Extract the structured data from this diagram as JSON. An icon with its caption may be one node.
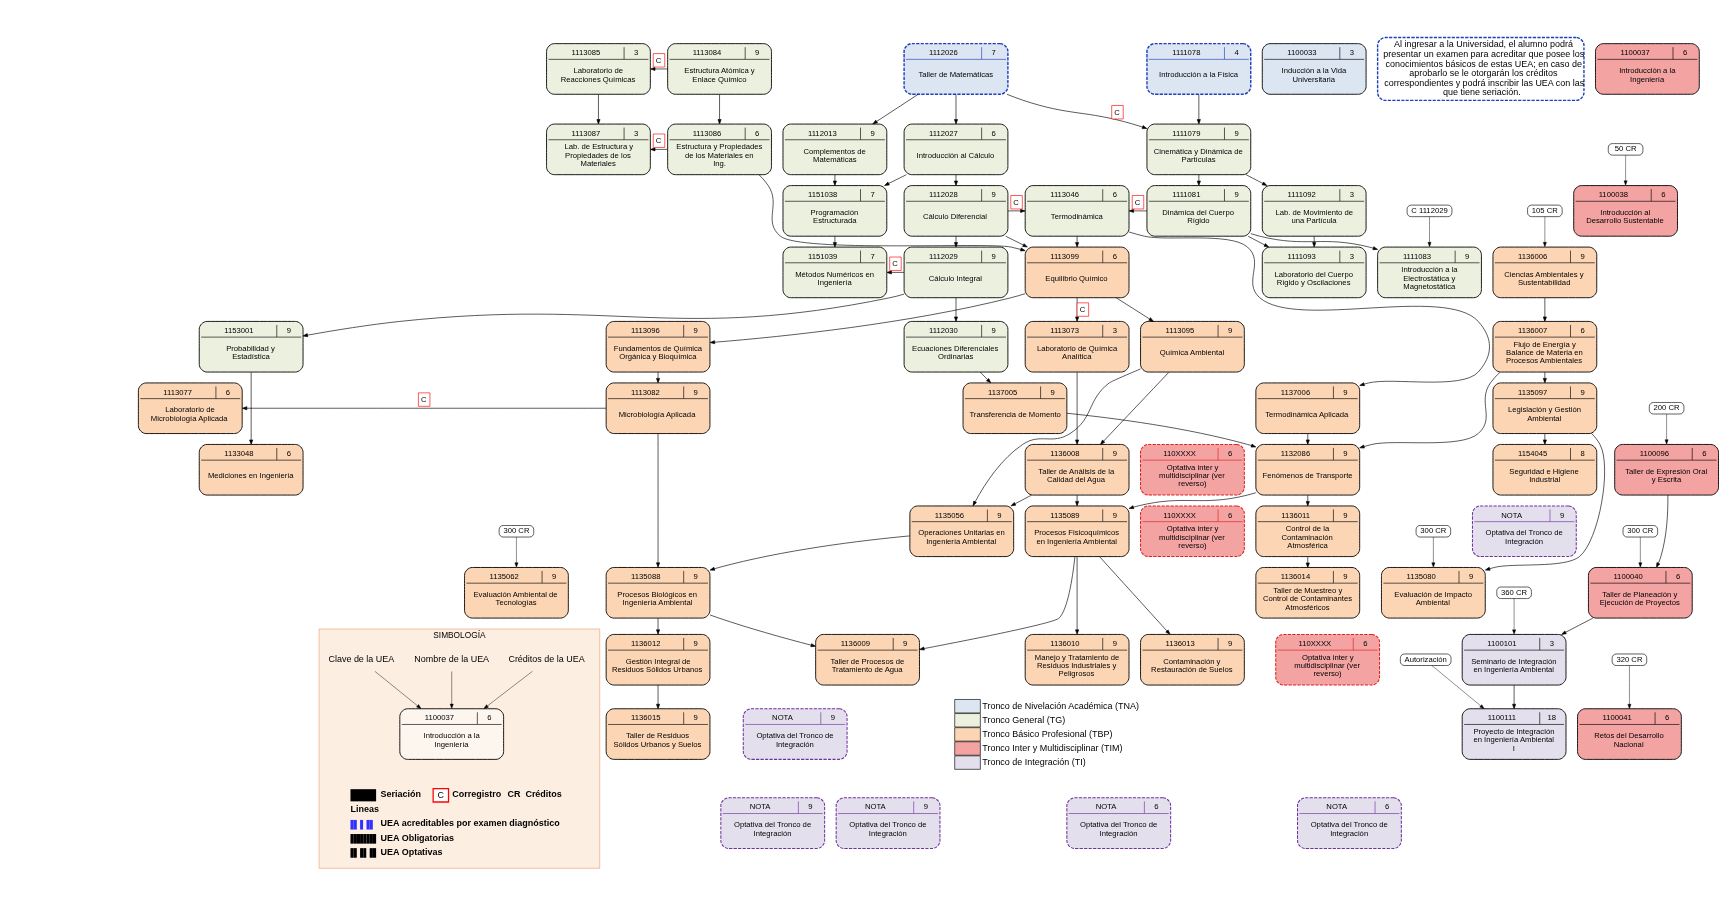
{
  "diagram": {
    "nodes": [
      {
        "text": [
          "1113085",
          "3",
          "Laboratorio de Reacciones Químicas"
        ]
      },
      {
        "text": [
          "1113084",
          "9",
          "Estructura Atómica y Enlace Químico"
        ]
      },
      {
        "text": [
          "1112026",
          "7",
          "Taller de Matemáticas"
        ]
      },
      {
        "text": [
          "1111078",
          "4",
          "Introducción a la Física"
        ]
      },
      {
        "text": [
          "1100033",
          "3",
          "Inducción a la Vida Universitaria"
        ]
      },
      {
        "text": [
          "Al ingresar a la Universidad, el alumno podrá presentar un examen para acreditar que posee los conocimientos básicos de estas UEA; en caso de aprobarlo se le otorgarán los créditos correspondientes y podrá inscribir las UEA con las que tiene seriación."
        ]
      },
      {
        "text": [
          "1100037",
          "6",
          "Introducción a la Ingeniería"
        ]
      },
      {
        "text": [
          "1113087",
          "3",
          "Lab. de Estructura y Propiedades de los Materiales"
        ]
      },
      {
        "text": [
          "1113086",
          "6",
          "Estructura y Propiedades de los Materiales en Ing."
        ]
      },
      {
        "text": [
          "1112013",
          "9",
          "Complementos de Matemáticas"
        ]
      },
      {
        "text": [
          "1112027",
          "6",
          "Introducción al Cálculo"
        ]
      },
      {
        "text": [
          "1111079",
          "9",
          "Cinemática y Dinámica de Partículas"
        ]
      },
      {
        "text": [
          "50 CR"
        ]
      },
      {
        "text": [
          "1151038",
          "7",
          "Programación Estructurada"
        ]
      },
      {
        "text": [
          "1112028",
          "9",
          "Cálculo Diferencial"
        ]
      },
      {
        "text": [
          "1113046",
          "6",
          "Termodinámica"
        ]
      },
      {
        "text": [
          "1111081",
          "9",
          "Dinámica del Cuerpo Rígido"
        ]
      },
      {
        "text": [
          "1111092",
          "3",
          "Lab. de Movimiento de una Partícula"
        ]
      },
      {
        "text": [
          "C 1112029"
        ]
      },
      {
        "text": [
          "105 CR"
        ]
      },
      {
        "text": [
          "1100038",
          "6",
          "Introducción al Desarrollo Sustentable"
        ]
      },
      {
        "text": [
          "1151039",
          "7",
          "Métodos Numéricos en Ingeniería"
        ]
      },
      {
        "text": [
          "1112029",
          "9",
          "Cálculo Integral"
        ]
      },
      {
        "text": [
          "1113099",
          "6",
          "Equilibrio Químico"
        ]
      },
      {
        "text": [
          "1111093",
          "3",
          "Laboratorio del Cuerpo Rígido y Oscilaciones"
        ]
      },
      {
        "text": [
          "1111083",
          "9",
          "Introducción a la Electrostática y Magnetostática"
        ]
      },
      {
        "text": [
          "1136006",
          "9",
          "Ciencias Ambientales y Sustentabilidad"
        ]
      },
      {
        "text": [
          "1153001",
          "9",
          "Probabilidad y Estadística"
        ]
      },
      {
        "text": [
          "1113096",
          "9",
          "Fundamentos de Química Orgánica y Bioquímica"
        ]
      },
      {
        "text": [
          "1112030",
          "9",
          "Ecuaciones Diferenciales Ordinarias"
        ]
      },
      {
        "text": [
          "1113073",
          "3",
          "Laboratorio de Química Analítica"
        ]
      },
      {
        "text": [
          "1113095",
          "9",
          "Química Ambiental"
        ]
      },
      {
        "text": [
          "1136007",
          "6",
          "Flujo de Energía y Balance de Materia en Procesos Ambientales"
        ]
      },
      {
        "text": [
          "1113077",
          "6",
          "Laboratorio de Microbiología Aplicada"
        ]
      },
      {
        "text": [
          "1113082",
          "9",
          "Microbiología Aplicada"
        ]
      },
      {
        "text": [
          "1137005",
          "9",
          "Transferencia de Momento"
        ]
      },
      {
        "text": [
          "1137006",
          "9",
          "Termodinámica Aplicada"
        ]
      },
      {
        "text": [
          "1135097",
          "9",
          "Legislación y Gestión Ambiental"
        ]
      },
      {
        "text": [
          "200 CR"
        ]
      },
      {
        "text": [
          "1133048",
          "6",
          "Mediciones en Ingeniería"
        ]
      },
      {
        "text": [
          "1136008",
          "9",
          "Taller de Análisis de la Calidad del Agua"
        ]
      },
      {
        "text": [
          "110XXXX",
          "6",
          "Optativa inter y multidisciplinar (ver reverso)"
        ]
      },
      {
        "text": [
          "1132086",
          "9",
          "Fenómenos de Transporte"
        ]
      },
      {
        "text": [
          "1154045",
          "8",
          "Seguridad e Higiene Industrial"
        ]
      },
      {
        "text": [
          "1100096",
          "6",
          "Taller de Expresión Oral y Escrita"
        ]
      },
      {
        "text": [
          "1135056",
          "9",
          "Operaciones Unitarias en Ingeniería Ambiental"
        ]
      },
      {
        "text": [
          "1135089",
          "9",
          "Procesos Fisicoquímicos en Ingeniería Ambiental"
        ]
      },
      {
        "text": [
          "110XXXX",
          "6",
          "Optativa inter y multidisciplinar (ver reverso)"
        ]
      },
      {
        "text": [
          "1136011",
          "9",
          "Control de la Contaminación Atmosférica"
        ]
      },
      {
        "text": [
          "NOTA",
          "9",
          "Optativa del Tronco de Integración"
        ]
      },
      {
        "text": [
          "300 CR"
        ]
      },
      {
        "text": [
          "1135062",
          "9",
          "Evaluación Ambiental de Tecnologías"
        ]
      },
      {
        "text": [
          "1135088",
          "9",
          "Procesos Biológicos en Ingeniería Ambiental"
        ]
      },
      {
        "text": [
          "1136014",
          "9",
          "Taller de Muestreo y Control de Contaminantes Atmosféricos"
        ]
      },
      {
        "text": [
          "300 CR"
        ]
      },
      {
        "text": [
          "1135080",
          "9",
          "Evaluación de Impacto Ambiental"
        ]
      },
      {
        "text": [
          "300 CR"
        ]
      },
      {
        "text": [
          "1100040",
          "6",
          "Taller de Planeación y Ejecución de Proyectos"
        ]
      },
      {
        "text": [
          "1136012",
          "9",
          "Gestión Integral de Residuos Sólidos Urbanos"
        ]
      },
      {
        "text": [
          "1136009",
          "9",
          "Taller de Procesos de Tratamiento de Agua"
        ]
      },
      {
        "text": [
          "1136010",
          "9",
          "Manejo y Tratamiento de Residuos Industriales y Peligrosos"
        ]
      },
      {
        "text": [
          "1136013",
          "9",
          "Contaminación y Restauración de Suelos"
        ]
      },
      {
        "text": [
          "110XXXX",
          "6",
          "Optativa inter y multidisciplinar (ver reverso)"
        ]
      },
      {
        "text": [
          "360 CR"
        ]
      },
      {
        "text": [
          "1100101",
          "3",
          "Seminario de Integración en Ingeniería Ambiental"
        ]
      },
      {
        "text": [
          "1136015",
          "9",
          "Taller de Residuos Sólidos Urbanos y Suelos"
        ]
      },
      {
        "text": [
          "NOTA",
          "9",
          "Optativa del Tronco de Integración"
        ]
      },
      {
        "text": [
          "Autorización"
        ]
      },
      {
        "text": [
          "1100111",
          "18",
          "Proyecto de Integración en Ingeniería Ambiental I"
        ]
      },
      {
        "text": [
          "320 CR"
        ]
      },
      {
        "text": [
          "1100041",
          "6",
          "Retos del Desarrollo Nacional"
        ]
      },
      {
        "text": [
          "NOTA",
          "9",
          "Optativa del Tronco de Integración"
        ]
      },
      {
        "text": [
          "NOTA",
          "9",
          "Optativa del Tronco de Integración"
        ]
      },
      {
        "text": [
          "NOTA",
          "6",
          "Optativa del Tronco de Integración"
        ]
      },
      {
        "text": [
          "NOTA",
          "6",
          "Optativa del Tronco de Integración"
        ]
      },
      {
        "text": [
          "SIMBOLOGÍA"
        ]
      },
      {
        "text": [
          "1100037",
          "6",
          "Introducción a la Ingeniería"
        ],
        "in": 75
      },
      {
        "text": [
          "Clave de la UEA"
        ],
        "in": 75
      },
      {
        "text": [
          "Créditos de la UEA"
        ],
        "in": 75
      },
      {
        "text": [
          "Nombre de la UEA"
        ],
        "in": 75
      }
    ],
    "edges": [
      {
        "from": 1,
        "to": 0,
        "arrow": "to",
        "label": "C"
      },
      {
        "from": 0,
        "to": 7,
        "arrow": "to"
      },
      {
        "from": 1,
        "to": 8,
        "arrow": "to"
      },
      {
        "from": 2,
        "to": 11,
        "arrow": "to",
        "label": "C"
      },
      {
        "from": 8,
        "to": 7,
        "arrow": "to",
        "label": "C"
      },
      {
        "from": 2,
        "to": 9,
        "arrow": "to"
      },
      {
        "from": 2,
        "to": 10,
        "arrow": "to"
      },
      {
        "from": 3,
        "to": 11,
        "arrow": "to"
      },
      {
        "from": 9,
        "to": 13,
        "arrow": "to"
      },
      {
        "from": 10,
        "to": 13,
        "arrow": "to"
      },
      {
        "from": 10,
        "to": 14,
        "arrow": "to"
      },
      {
        "from": 14,
        "to": 15,
        "arrow": "to",
        "label": "C"
      },
      {
        "from": 16,
        "to": 15,
        "arrow": "to",
        "label": "C"
      },
      {
        "from": 11,
        "to": 16,
        "arrow": "to"
      },
      {
        "from": 11,
        "to": 17,
        "arrow": "to"
      },
      {
        "from": 12,
        "to": 20,
        "arrow": "to"
      },
      {
        "from": 13,
        "to": 21,
        "arrow": "to"
      },
      {
        "from": 14,
        "to": 22,
        "arrow": "to"
      },
      {
        "from": 22,
        "to": 21,
        "arrow": "to",
        "label": "C"
      },
      {
        "from": 8,
        "to": 23,
        "arrow": "to"
      },
      {
        "from": 14,
        "to": 23,
        "arrow": "to"
      },
      {
        "from": 15,
        "to": 23,
        "arrow": "to"
      },
      {
        "from": 16,
        "to": 24,
        "arrow": "to"
      },
      {
        "from": 17,
        "to": 24,
        "arrow": "to"
      },
      {
        "from": 16,
        "to": 25,
        "arrow": "to"
      },
      {
        "from": 18,
        "to": 25,
        "arrow": "to"
      },
      {
        "from": 19,
        "to": 26,
        "arrow": "to"
      },
      {
        "from": 22,
        "to": 27,
        "arrow": "to"
      },
      {
        "from": 23,
        "to": 28,
        "arrow": "to"
      },
      {
        "from": 22,
        "to": 29,
        "arrow": "to"
      },
      {
        "from": 23,
        "to": 30,
        "arrow": "to",
        "label": "C"
      },
      {
        "from": 23,
        "to": 31,
        "arrow": "to"
      },
      {
        "from": 26,
        "to": 32,
        "arrow": "to"
      },
      {
        "from": 28,
        "to": 34,
        "arrow": "to"
      },
      {
        "from": 34,
        "to": 33,
        "arrow": "to",
        "label": "C"
      },
      {
        "from": 29,
        "to": 35,
        "arrow": "to"
      },
      {
        "from": 15,
        "to": 36,
        "arrow": "to"
      },
      {
        "from": 32,
        "to": 37,
        "arrow": "to"
      },
      {
        "from": 27,
        "to": 39,
        "arrow": "to"
      },
      {
        "from": 30,
        "to": 40,
        "arrow": "to"
      },
      {
        "from": 31,
        "to": 40,
        "arrow": "to"
      },
      {
        "from": 35,
        "to": 42,
        "arrow": "to"
      },
      {
        "from": 36,
        "to": 42,
        "arrow": "to"
      },
      {
        "from": 32,
        "to": 42,
        "arrow": "to"
      },
      {
        "from": 37,
        "to": 43,
        "arrow": "to"
      },
      {
        "from": 38,
        "to": 44,
        "arrow": "to"
      },
      {
        "from": 31,
        "to": 45,
        "arrow": "to"
      },
      {
        "from": 40,
        "to": 45,
        "arrow": "to"
      },
      {
        "from": 40,
        "to": 46,
        "arrow": "to"
      },
      {
        "from": 42,
        "to": 46,
        "arrow": "to"
      },
      {
        "from": 42,
        "to": 48,
        "arrow": "to"
      },
      {
        "from": 50,
        "to": 51,
        "arrow": "to"
      },
      {
        "from": 34,
        "to": 52,
        "arrow": "to"
      },
      {
        "from": 45,
        "to": 52,
        "arrow": "to"
      },
      {
        "from": 48,
        "to": 53,
        "arrow": "to"
      },
      {
        "from": 37,
        "to": 55,
        "arrow": "to"
      },
      {
        "from": 54,
        "to": 55,
        "arrow": "to"
      },
      {
        "from": 44,
        "to": 57,
        "arrow": "to"
      },
      {
        "from": 56,
        "to": 57,
        "arrow": "to"
      },
      {
        "from": 52,
        "to": 58,
        "arrow": "to"
      },
      {
        "from": 52,
        "to": 59,
        "arrow": "to"
      },
      {
        "from": 46,
        "to": 59,
        "arrow": "to"
      },
      {
        "from": 46,
        "to": 60,
        "arrow": "to"
      },
      {
        "from": 46,
        "to": 61,
        "arrow": "to"
      },
      {
        "from": 57,
        "to": 64,
        "arrow": "to"
      },
      {
        "from": 63,
        "to": 64,
        "arrow": "to"
      },
      {
        "from": 58,
        "to": 65,
        "arrow": "to"
      },
      {
        "from": 64,
        "to": 68,
        "arrow": "to"
      },
      {
        "from": 67,
        "to": 68,
        "arrow": "to"
      },
      {
        "from": 69,
        "to": 70,
        "arrow": "to"
      },
      {
        "from": 77,
        "to": 76,
        "arrow": "to"
      },
      {
        "from": 78,
        "to": 76,
        "arrow": "to"
      },
      {
        "from": 79,
        "to": 76,
        "arrow": "to"
      }
    ],
    "labels": [
      "C",
      "CR",
      "Lineas"
    ],
    "legend": [
      {
        "text": "Tronco de Nivelación Académica (TNA)",
        "color": "#dce6f2"
      },
      {
        "text": "Tronco General (TG)",
        "color": "#ebf1de"
      },
      {
        "text": "Tronco Básico Profesional (TBP)",
        "color": "#fcd5b4"
      },
      {
        "text": "Tronco Inter y Multidisciplinar (TIM)",
        "color": "#f4a3a3"
      },
      {
        "text": "Tronco de Integración (TI)",
        "color": "#e4dfec"
      },
      {
        "text": "Seriación"
      },
      {
        "text": "Corregistro"
      },
      {
        "text": "Créditos"
      },
      {
        "text": "UEA acreditables por examen diagnóstico"
      },
      {
        "text": "UEA Obligatorias"
      },
      {
        "text": "UEA Optativas"
      }
    ]
  }
}
